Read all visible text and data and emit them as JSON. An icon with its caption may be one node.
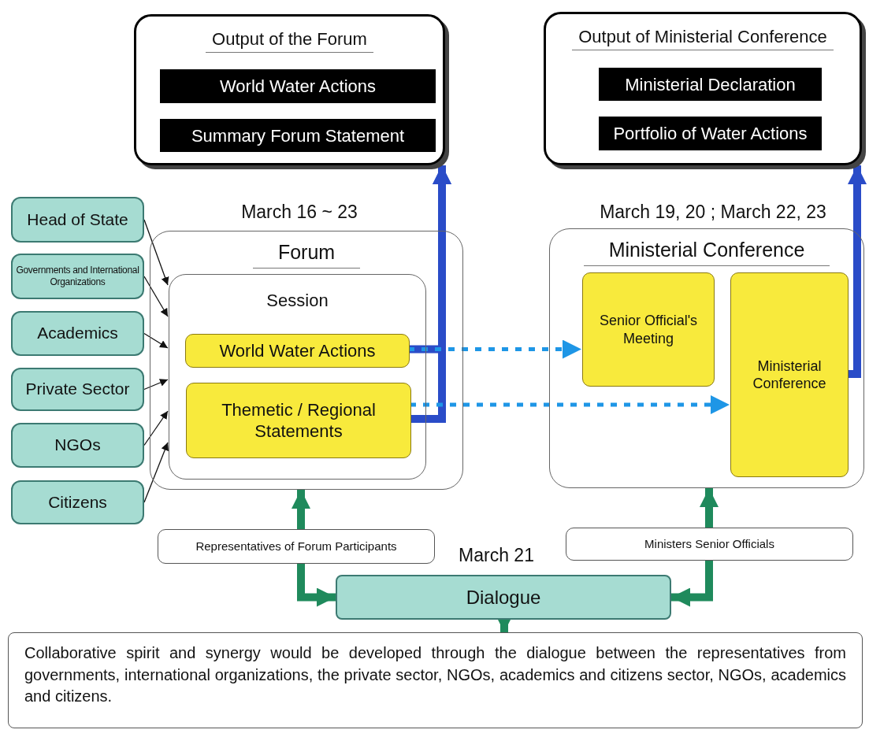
{
  "diagram": {
    "nodes": [
      {
        "text": [
          "Output of the Forum"
        ]
      },
      {
        "text": [
          "World Water Actions"
        ],
        "in": 0
      },
      {
        "text": [
          "Summary Forum Statement"
        ],
        "in": 0
      },
      {
        "text": [
          "Output of Ministerial Conference"
        ]
      },
      {
        "text": [
          "Ministerial Declaration"
        ],
        "in": 3
      },
      {
        "text": [
          "Portfolio of Water Actions"
        ],
        "in": 3
      },
      {
        "text": [
          "Head of State"
        ]
      },
      {
        "text": [
          "Governments and International Organizations"
        ]
      },
      {
        "text": [
          "Academics"
        ]
      },
      {
        "text": [
          "Private Sector"
        ]
      },
      {
        "text": [
          "NGOs"
        ]
      },
      {
        "text": [
          "Citizens"
        ]
      },
      {
        "text": [
          "Forum"
        ],
        "beside": [
          "March 16 ~ 23"
        ]
      },
      {
        "text": [
          "Session"
        ],
        "in": 12
      },
      {
        "text": [
          "World Water Actions"
        ],
        "in": 13
      },
      {
        "text": [
          "Themetic / Regional Statements"
        ],
        "in": 13
      },
      {
        "text": [
          "Ministerial Conference"
        ],
        "beside": [
          "March 19, 20 ; March 22, 23"
        ]
      },
      {
        "text": [
          "Senior Official's Meeting"
        ],
        "in": 16
      },
      {
        "text": [
          "Ministerial Conference"
        ],
        "in": 16
      },
      {
        "text": [
          "Dialogue"
        ],
        "beside": [
          "March 21"
        ]
      },
      {
        "text": [
          "Collaborative spirit and synergy would be developed through the dialogue between the representatives from governments, international organizations, the private sector, NGOs, academics and citizens sector, NGOs, academics and citizens."
        ]
      }
    ],
    "edges": [
      {
        "from": 6,
        "to": 13,
        "arrow": "to"
      },
      {
        "from": 7,
        "to": 13,
        "arrow": "to"
      },
      {
        "from": 8,
        "to": 13,
        "arrow": "to"
      },
      {
        "from": 9,
        "to": 13,
        "arrow": "to"
      },
      {
        "from": 10,
        "to": 13,
        "arrow": "to"
      },
      {
        "from": 11,
        "to": 13,
        "arrow": "to"
      },
      {
        "from": 14,
        "to": 0,
        "arrow": "to",
        "style": "thick",
        "color": "#2a4cc8"
      },
      {
        "from": 15,
        "to": 0,
        "arrow": "to",
        "style": "thick",
        "color": "#2a4cc8"
      },
      {
        "from": 14,
        "to": 17,
        "arrow": "to",
        "style": "dashed",
        "color": "#1e96e6"
      },
      {
        "from": 15,
        "to": 18,
        "arrow": "to",
        "style": "dashed",
        "color": "#1e96e6"
      },
      {
        "from": 18,
        "to": 3,
        "arrow": "to",
        "style": "thick",
        "color": "#2a4cc8"
      },
      {
        "from": 12,
        "to": 19,
        "arrow": "both",
        "label": "Representatives of Forum Participants",
        "style": "thick",
        "color": "#1f8a5c"
      },
      {
        "from": 16,
        "to": 19,
        "arrow": "both",
        "label": "Ministers Senior Officials",
        "style": "thick",
        "color": "#1f8a5c"
      },
      {
        "from": 19,
        "to": 20,
        "arrow": "to",
        "style": "thick",
        "color": "#1f8a5c"
      }
    ]
  }
}
